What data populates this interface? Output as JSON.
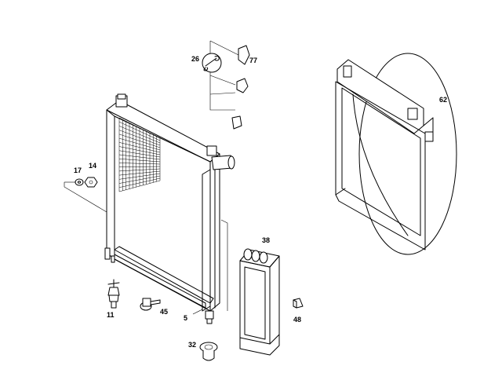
{
  "diagram": {
    "callouts": [
      {
        "id": "p26",
        "text": "26"
      },
      {
        "id": "p77",
        "text": "77"
      },
      {
        "id": "p62",
        "text": "62"
      },
      {
        "id": "p17",
        "text": "17"
      },
      {
        "id": "p14",
        "text": "14"
      },
      {
        "id": "p38",
        "text": "38"
      },
      {
        "id": "p11",
        "text": "11"
      },
      {
        "id": "p45",
        "text": "45"
      },
      {
        "id": "p5",
        "text": "5"
      },
      {
        "id": "p48",
        "text": "48"
      },
      {
        "id": "p32",
        "text": "32"
      }
    ]
  }
}
